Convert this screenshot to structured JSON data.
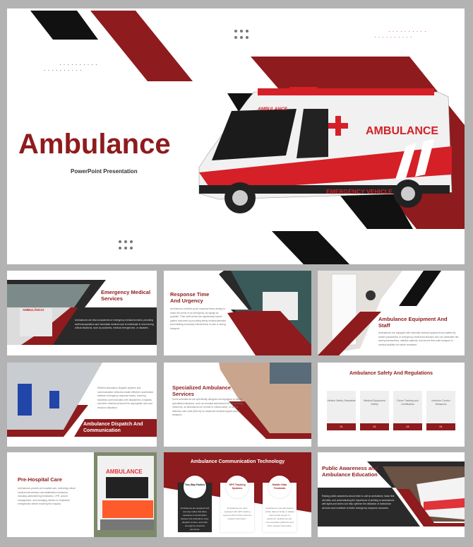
{
  "colors": {
    "accent": "#8e1b1d",
    "dark": "#2a2a2a",
    "background": "#b3b3b3"
  },
  "cover": {
    "title": "Ambulance",
    "subtitle": "PowerPoint Presentation",
    "van_side_text": "AMBULANCE",
    "van_front_text": "AMBULANCE",
    "van_bottom_text": "EMERGENCY VEHICLE"
  },
  "slides": [
    {
      "title": "Emergency Medical Services",
      "body": "Ambulances are vital components of emergency medical services, providing swift transportation and immediate medical care to individuals in need during critical situations, such as accidents, medical emergencies, or disasters.",
      "photo_text": "AMBULÂNCIA"
    },
    {
      "title": "Response Time And Urgency",
      "body": "Ambulances prioritize quick response times aiming to reach the scene of an emergency as rapidly as possible. Their swift arrival can significantly impact patient outcomes by providing timely medical attention and initiating necessary interventions on-site or during transport."
    },
    {
      "title": "Ambulance Equipment And Staff",
      "body": "Ambulances are equipped with essential medical equipment and staffed by trained paramedics or emergency medical technicians who can administer life-saving interventions, stabilize patients, and ensure their safe transport to medical facilities for further treatment."
    },
    {
      "title": "Ambulance Dispatch And Communication",
      "body": "Efficient ambulance dispatch systems and communication networks enable effective coordination between emergency response teams, ensuring seamless communication with dispatchers, hospitals, and other medical personnel for appropriate care and resource allocation."
    },
    {
      "title": "Specialized Ambulance Services",
      "body": "Some ambulances are specifically designed and equipped to handle specialized situations, such as neonatal ambulances for transporting newborns, air ambulances for remote or critical cases, or mobile intensive care units (MICUs) for advanced medical support during transport."
    },
    {
      "title": "Ambulance Safety And Regulations",
      "cards": [
        {
          "label": "Vehicle Safety Standards",
          "num": "01"
        },
        {
          "label": "Medical Equipment Safety",
          "num": "02"
        },
        {
          "label": "Driver Training and Certification",
          "num": "03"
        },
        {
          "label": "Infection Control Measures",
          "num": "04"
        }
      ]
    },
    {
      "title": "Pre-Hospital Care",
      "body": "Ambulances provide pre-hospital care, delivering critical medical interventions and stabilization measures, including administering medication, CPR, wound management, and managing cardiac or respiratory emergencies before reaching the hospital.",
      "photo_text": "AMBULANCE"
    },
    {
      "title": "Ambulance Communication Technology",
      "cards": [
        {
          "label": "Two-Way Radios",
          "body": "Ambulances are equipped with two-way radios that allow seamless communication between the ambulance crew, dispatch centers, and other emergency response personnel."
        },
        {
          "label": "GPS Tracking Systems",
          "body": "Ambulances are often equipped with GPS tracking systems that provide real-time location information."
        },
        {
          "label": "Mobile Data Terminals",
          "body": "Ambulances may also feature mobile data terminals or tablets that provide access to electronic medical records, communication platforms and other relevant information."
        }
      ]
    },
    {
      "title": "Public Awareness and Ambulance Education",
      "body": "Raising public awareness about when to call an ambulance, basic first aid skills, and understanding the importance of yielding to ambulances with lights and sirens can help optimize the utilization of ambulance services and contribute to better emergency response outcomes."
    }
  ]
}
